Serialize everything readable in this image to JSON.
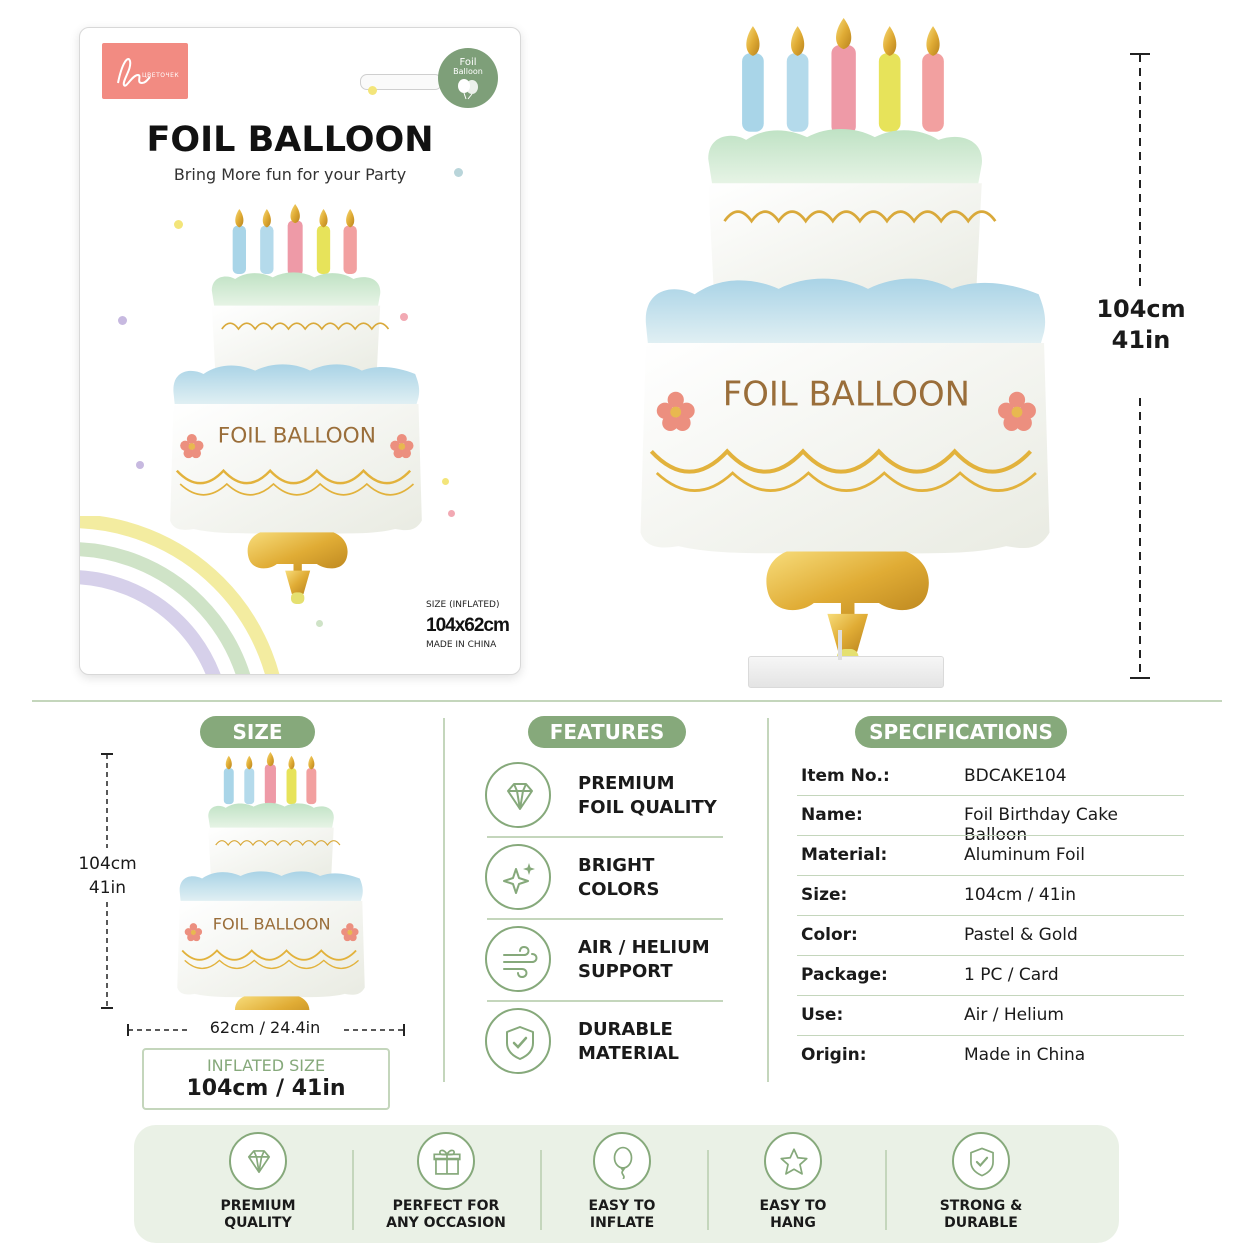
{
  "card": {
    "brand": "ЦВЕТОЧЕК",
    "badge_line1": "Foil",
    "badge_line2": "Balloon",
    "title": "FOIL BALLOON",
    "subtitle": "Bring More fun for your Party",
    "cake_text": "FOIL BALLOON",
    "size_label": "SIZE (INFLATED)",
    "size_value": "104x62cm",
    "made_in": "MADE IN CHINA"
  },
  "hero": {
    "cake_text": "FOIL BALLOON",
    "height_cm": "104cm",
    "height_in": "41in"
  },
  "size_section": {
    "pill": "SIZE",
    "cake_text": "FOIL BALLOON",
    "height_cm": "104cm",
    "height_in": "41in",
    "width_label": "62cm / 24.4in",
    "inflated_title": "INFLATED SIZE",
    "inflated_value": "104cm / 41in"
  },
  "features": {
    "pill": "FEATURES",
    "items": [
      {
        "icon": "diamond-icon",
        "line1": "PREMIUM",
        "line2": "FOIL QUALITY"
      },
      {
        "icon": "sparkle-icon",
        "line1": "BRIGHT",
        "line2": "COLORS"
      },
      {
        "icon": "wind-icon",
        "line1": "AIR / HELIUM",
        "line2": "SUPPORT"
      },
      {
        "icon": "shield-check-icon",
        "line1": "DURABLE",
        "line2": "MATERIAL"
      }
    ]
  },
  "specifications": {
    "pill": "SPECIFICATIONS",
    "rows": [
      {
        "key": "Item No.:",
        "value": "BDCAKE104"
      },
      {
        "key": "Name:",
        "value": "Foil Birthday Cake Balloon"
      },
      {
        "key": "Material:",
        "value": "Aluminum Foil"
      },
      {
        "key": "Size:",
        "value": "104cm / 41in"
      },
      {
        "key": "Color:",
        "value": "Pastel & Gold"
      },
      {
        "key": "Package:",
        "value": "1 PC / Card"
      },
      {
        "key": "Use:",
        "value": "Air / Helium"
      },
      {
        "key": "Origin:",
        "value": "Made in China"
      }
    ]
  },
  "banner": {
    "items": [
      {
        "icon": "diamond-icon",
        "line1": "PREMIUM",
        "line2": "QUALITY"
      },
      {
        "icon": "gift-icon",
        "line1": "PERFECT FOR",
        "line2": "ANY OCCASION"
      },
      {
        "icon": "balloon-icon",
        "line1": "EASY TO",
        "line2": "INFLATE"
      },
      {
        "icon": "star-icon",
        "line1": "EASY TO",
        "line2": "HANG"
      },
      {
        "icon": "shield-check-icon",
        "line1": "STRONG &",
        "line2": "DURABLE"
      }
    ]
  },
  "colors": {
    "accent_green": "#86a97b",
    "divider_green": "#c4d6bc",
    "banner_bg": "#eaf1e6",
    "logo_pink": "#f28b82",
    "cake_blue": "#bcdde8",
    "cake_mint": "#cfe8cf",
    "cake_cream": "#f4f2ea",
    "gold": "#e0b040"
  }
}
